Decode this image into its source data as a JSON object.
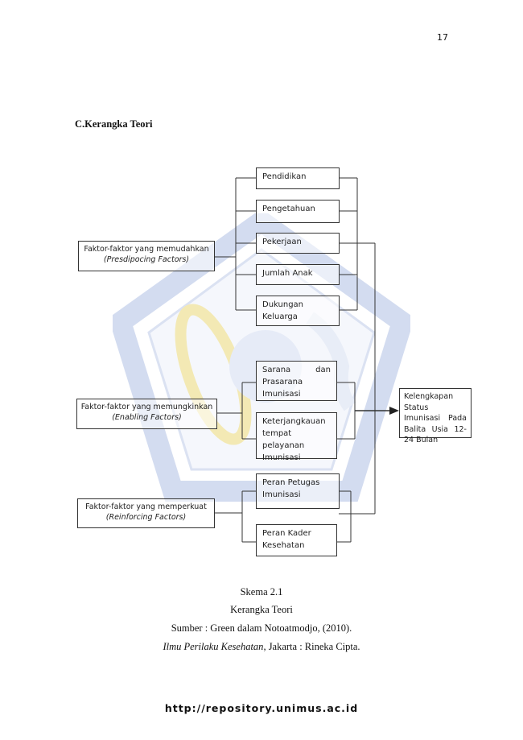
{
  "page_number": "17",
  "section_heading": "C.Kerangka Teori",
  "left_factors": [
    {
      "label": "Faktor-faktor yang memudahkan",
      "sub": "(Presdipocing Factors)"
    },
    {
      "label": "Faktor-faktor yang memungkinkan",
      "sub": "(Enabling Factors)"
    },
    {
      "label": "Faktor-faktor yang memperkuat",
      "sub": "(Reinforcing Factors)"
    }
  ],
  "middle_boxes": [
    "Pendidikan",
    "Pengetahuan",
    "Pekerjaan",
    "Jumlah Anak",
    "Dukungan Keluarga",
    "Sarana dan Prasarana Imunisasi",
    "Keterjangkauan tempat pelayanan Imunisasi",
    "Peran Petugas Imunisasi",
    "Peran Kader Kesehatan"
  ],
  "outcome_box": "Kelengkapan Status Imunisasi Pada Balita Usia 12-24 Bulan",
  "caption": {
    "line1": "Skema  2.1",
    "line2": "Kerangka Teori",
    "line3": "Sumber :  Green dalam Notoatmodjo, (2010).",
    "line4_italic": "Ilmu Perilaku Kesehatan",
    "line4_rest": ", Jakarta : Rineka Cipta."
  },
  "footer_url": "http://repository.unimus.ac.id",
  "colors": {
    "watermark": "#c8d4ec",
    "watermark_yellow": "#f2e6a8",
    "line": "#333333"
  }
}
